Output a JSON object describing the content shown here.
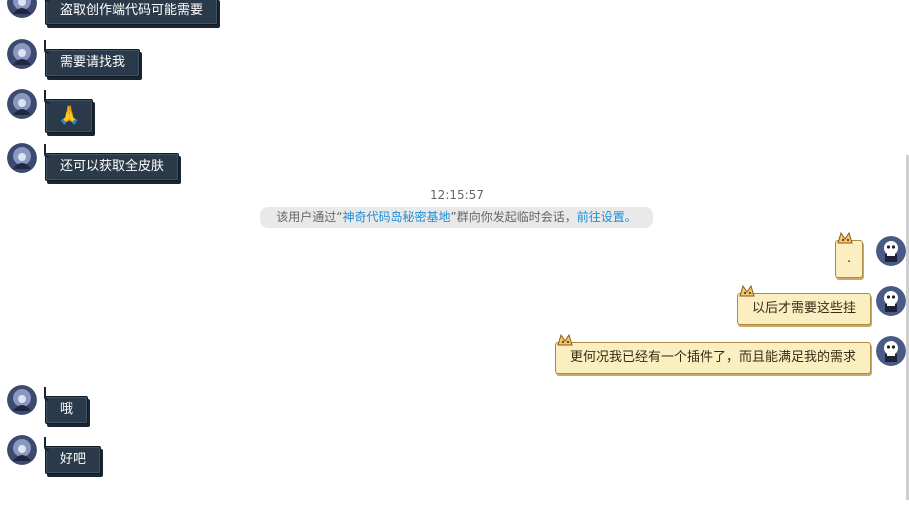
{
  "chat": {
    "messages_left_top": [
      {
        "text": "盗取创作端代码可能需要"
      },
      {
        "text": "需要请找我"
      },
      {
        "text": "🙏"
      },
      {
        "text": "还可以获取全皮肤"
      }
    ],
    "timestamp": "12:15:57",
    "notice": {
      "prefix": "该用户通过",
      "open_quote": "“",
      "group_name": "神奇代码岛秘密基地",
      "close_quote": "”",
      "middle": "群向你发起临时会话，",
      "link_text": "前往设置",
      "suffix": "。"
    },
    "messages_right": [
      {
        "text": "."
      },
      {
        "text": "以后才需要这些挂"
      },
      {
        "text": "更何况我已经有一个插件了，而且能满足我的需求"
      }
    ],
    "messages_left_bottom": [
      {
        "text": "哦"
      },
      {
        "text": "好吧"
      }
    ]
  },
  "colors": {
    "dark_bubble": "#2a3a4a",
    "light_bubble": "#fbeec0",
    "link": "#1a8fd8",
    "notice_bg": "#e9e9e9"
  },
  "icons": {
    "left_avatar": "hooded-character-avatar-icon",
    "right_avatar": "skeleton-character-avatar-icon",
    "bubble_hook": "anchor-hook-icon",
    "bubble_cat": "cat-ears-icon"
  }
}
